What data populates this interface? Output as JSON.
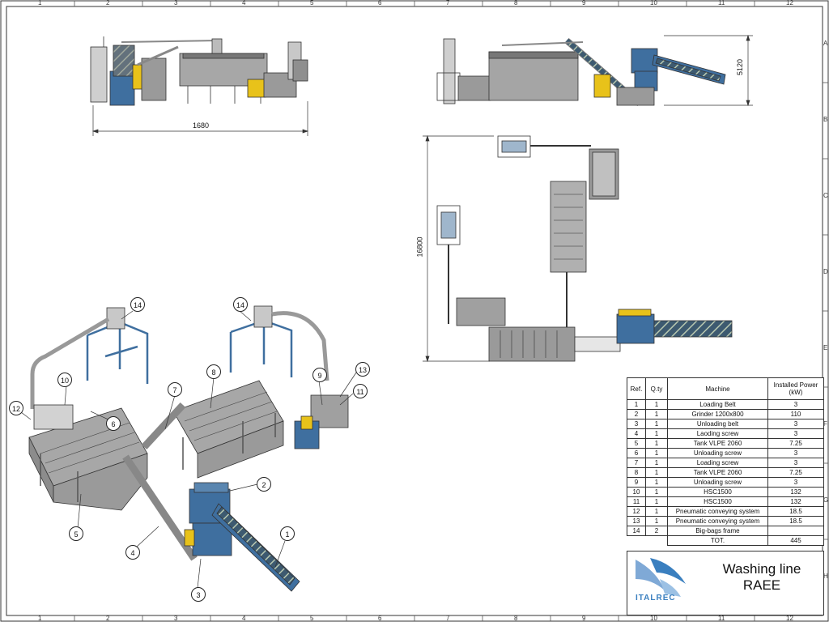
{
  "frame": {
    "columns": [
      "1",
      "2",
      "3",
      "4",
      "5",
      "6",
      "7",
      "8",
      "9",
      "10",
      "11",
      "12"
    ],
    "rows": [
      "A",
      "B",
      "C",
      "D",
      "E",
      "F",
      "G",
      "H"
    ]
  },
  "dimensions": {
    "side_length": "1680",
    "side_height": "5120",
    "plan_length": "16800"
  },
  "callouts": [
    "1",
    "2",
    "3",
    "4",
    "5",
    "6",
    "7",
    "8",
    "9",
    "10",
    "11",
    "12",
    "13",
    "14"
  ],
  "bom": {
    "headers": {
      "ref": "Ref.",
      "qty": "Q.ty",
      "machine": "Machine",
      "power": "Installed Power (kW)"
    },
    "rows": [
      {
        "ref": "1",
        "qty": "1",
        "machine": "Loading Belt",
        "power": "3"
      },
      {
        "ref": "2",
        "qty": "1",
        "machine": "Grinder 1200x800",
        "power": "110"
      },
      {
        "ref": "3",
        "qty": "1",
        "machine": "Unloading belt",
        "power": "3"
      },
      {
        "ref": "4",
        "qty": "1",
        "machine": "Laoding screw",
        "power": "3"
      },
      {
        "ref": "5",
        "qty": "1",
        "machine": "Tank VLPE 2060",
        "power": "7.25"
      },
      {
        "ref": "6",
        "qty": "1",
        "machine": "Unloading screw",
        "power": "3"
      },
      {
        "ref": "7",
        "qty": "1",
        "machine": "Loading screw",
        "power": "3"
      },
      {
        "ref": "8",
        "qty": "1",
        "machine": "Tank VLPE 2060",
        "power": "7.25"
      },
      {
        "ref": "9",
        "qty": "1",
        "machine": "Unloading screw",
        "power": "3"
      },
      {
        "ref": "10",
        "qty": "1",
        "machine": "HSC1500",
        "power": "132"
      },
      {
        "ref": "11",
        "qty": "1",
        "machine": "HSC1500",
        "power": "132"
      },
      {
        "ref": "12",
        "qty": "1",
        "machine": "Pneumatic conveying system",
        "power": "18.5"
      },
      {
        "ref": "13",
        "qty": "1",
        "machine": "Pneumatic conveying system",
        "power": "18.5"
      },
      {
        "ref": "14",
        "qty": "2",
        "machine": "Big-bags frame",
        "power": ""
      }
    ],
    "total_label": "TOT.",
    "total_value": "445"
  },
  "title_block": {
    "title_line1": "Washing line",
    "title_line2": "RAEE",
    "logo_text": "ITALREC"
  },
  "colors": {
    "machine_blue": "#3f6f9f",
    "machine_grey": "#9a9a9a",
    "yellow": "#e8c21a",
    "logo_blue": "#3a7fbf"
  }
}
